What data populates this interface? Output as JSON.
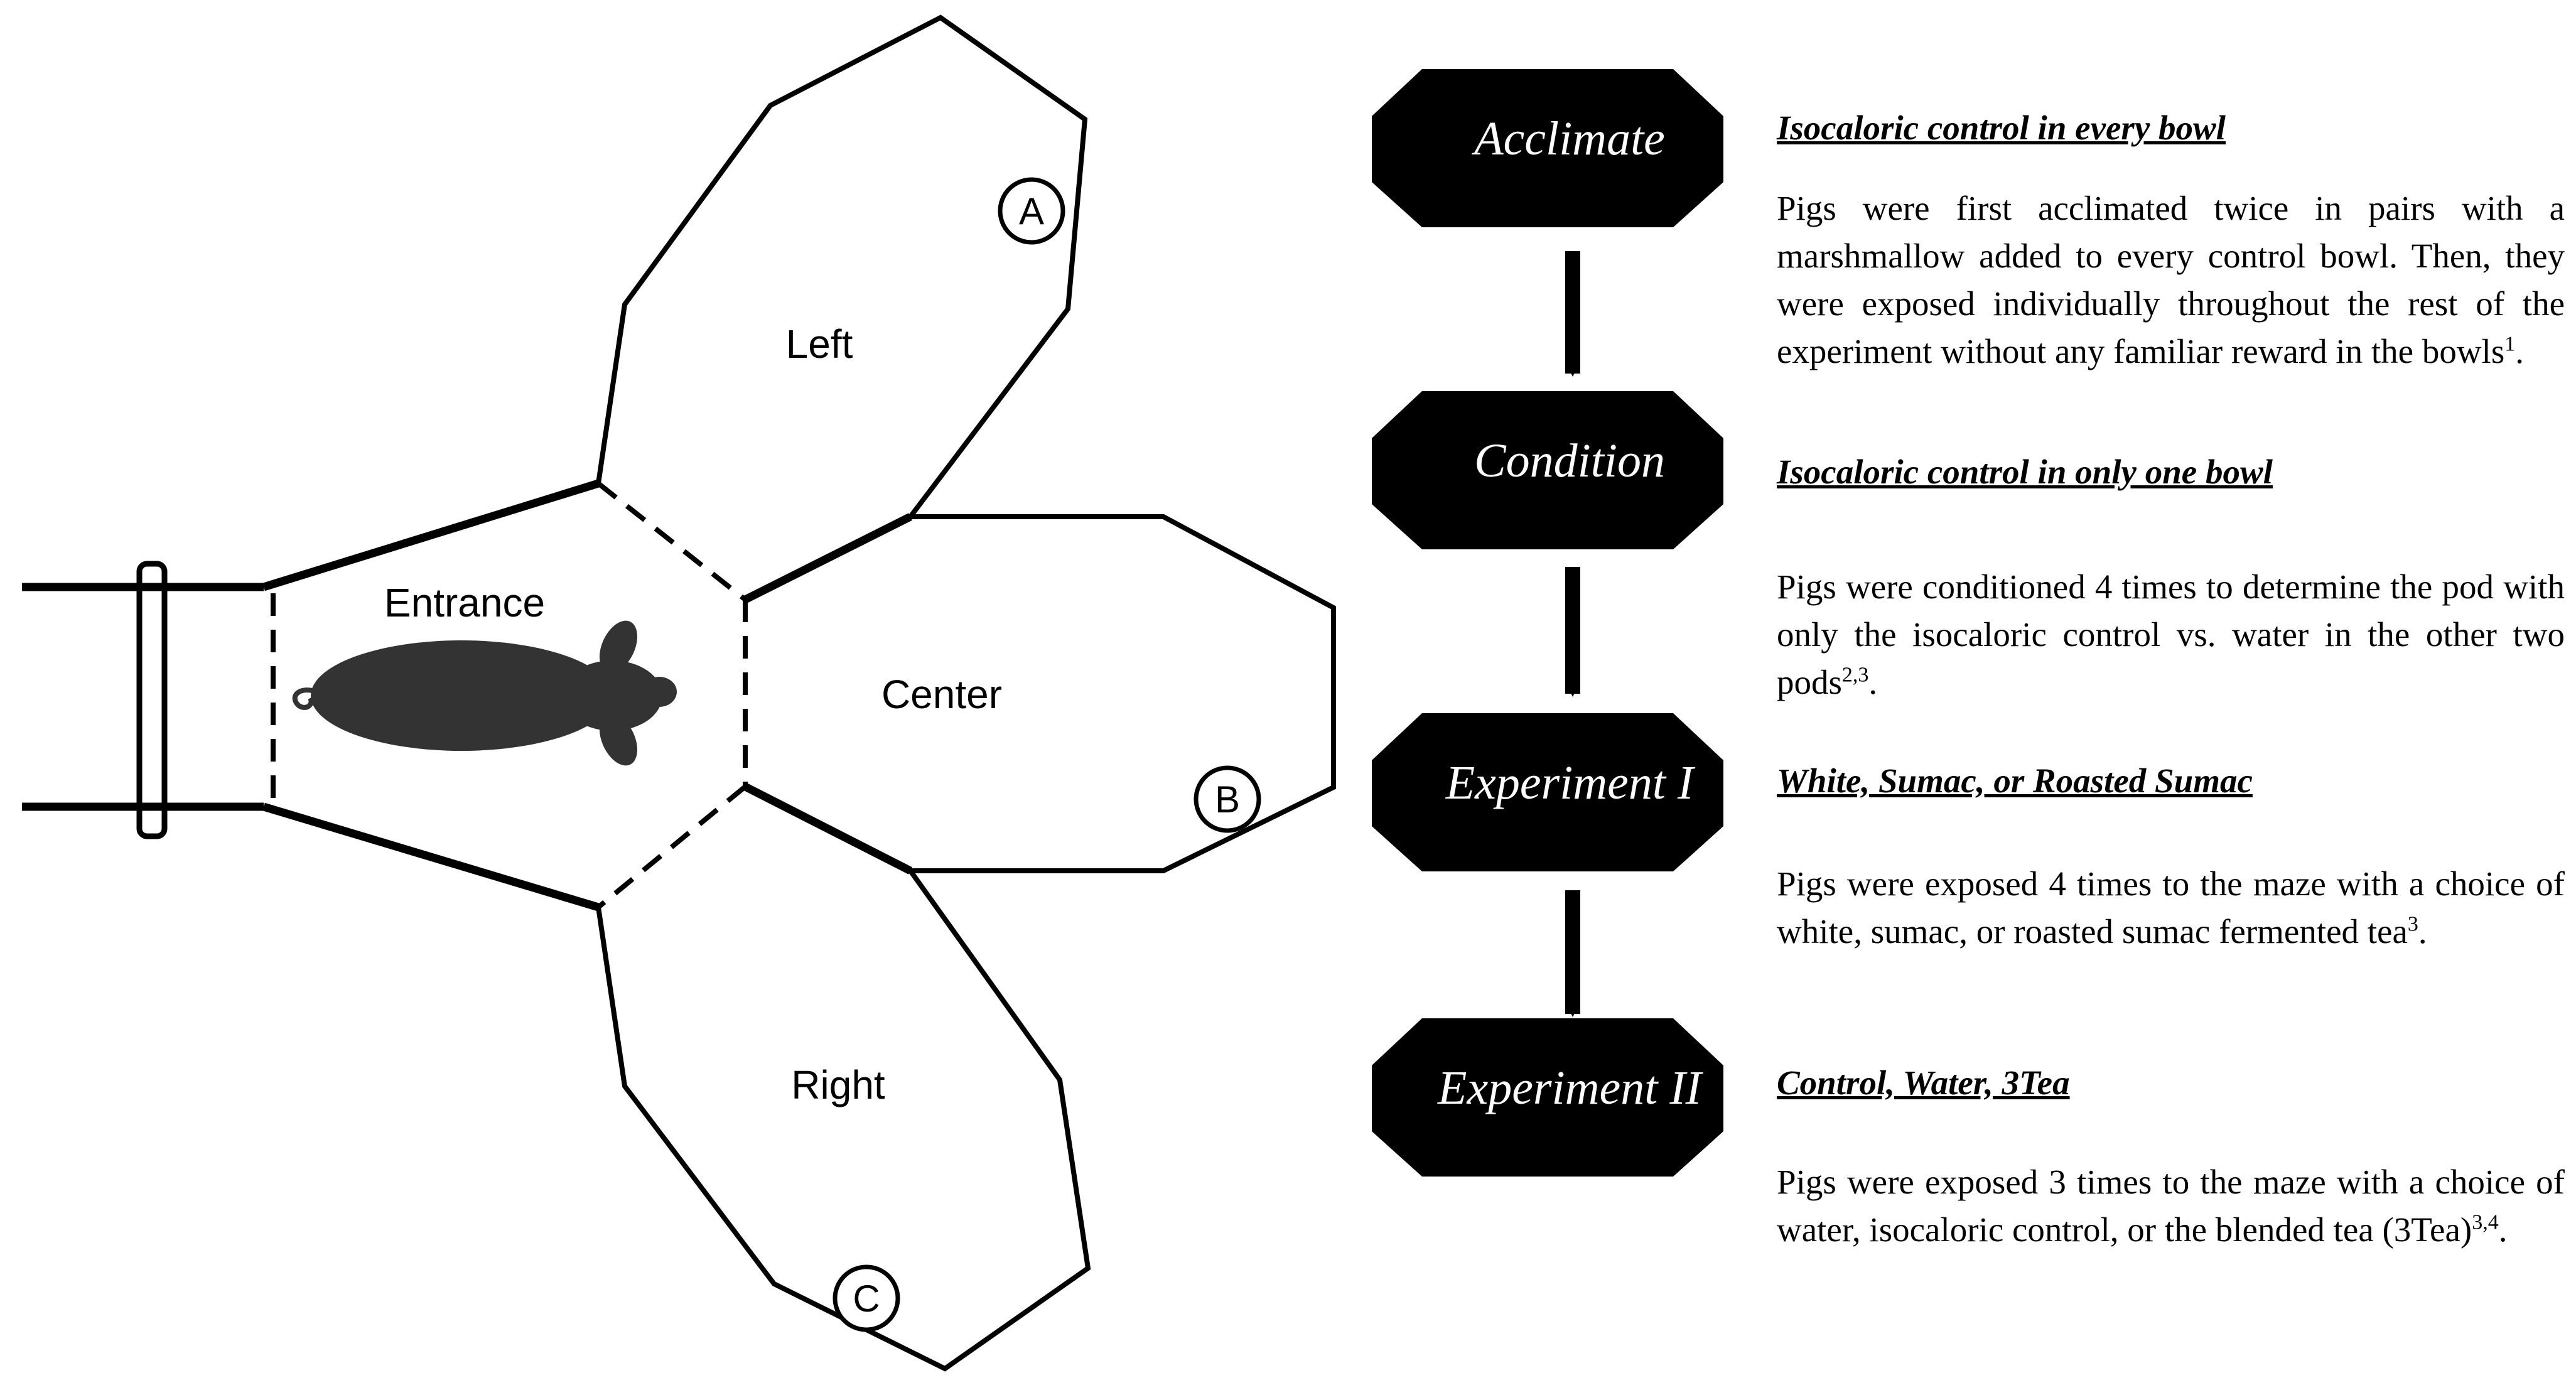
{
  "maze": {
    "pods": {
      "left": "Left",
      "center": "Center",
      "right": "Right",
      "entrance": "Entrance"
    },
    "bowls": {
      "a": "A",
      "b": "B",
      "c": "C"
    }
  },
  "steps": [
    {
      "label": "Acclimate",
      "heading": "Isocaloric control in every bowl",
      "description": "Pigs were first acclimated twice in pairs with a marshmallow added to every control bowl. Then, they were exposed individually throughout the rest of the experiment without any familiar reward in the bowls",
      "superscript": "1",
      "trailing": "."
    },
    {
      "label": "Condition",
      "heading": "Isocaloric control in only one bowl",
      "description": "Pigs were conditioned 4 times to determine the pod with only the isocaloric control vs. water in the other two pods",
      "superscript": "2,3",
      "trailing": "."
    },
    {
      "label": "Experiment I",
      "heading": "White, Sumac, or Roasted Sumac",
      "description": "Pigs were exposed 4 times to the maze with a choice of white, sumac, or roasted sumac fermented tea",
      "superscript": "3",
      "trailing": "."
    },
    {
      "label": "Experiment II",
      "heading": "Control, Water, 3Tea",
      "description": "Pigs were exposed 3 times to the maze with a choice of water, isocaloric control, or the blended tea (3Tea)",
      "superscript": "3,4",
      "trailing": "."
    }
  ]
}
